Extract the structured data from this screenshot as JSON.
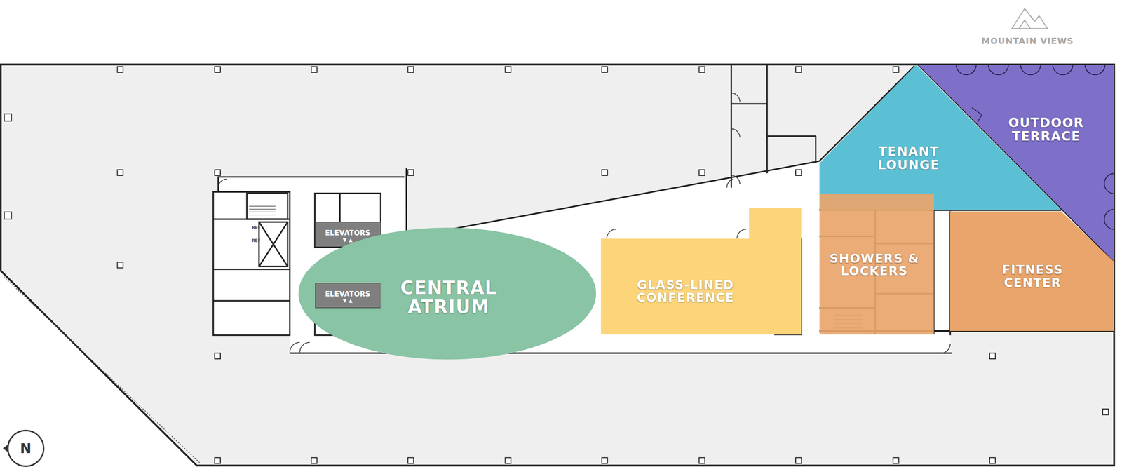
{
  "diagram": {
    "nodes": [
      {
        "text": [
          "TENANT LOUNGE"
        ]
      },
      {
        "text": [
          "OUTDOOR TERRACE"
        ]
      },
      {
        "text": [
          "ELEVATORS",
          "▼ ▲"
        ]
      },
      {
        "text": [
          "CENTRAL ATRIUM"
        ]
      },
      {
        "text": [
          "ELEVATORS",
          "▼ ▲"
        ]
      },
      {
        "text": [
          "GLASS-LINED CONFERENCE"
        ]
      },
      {
        "text": [
          "SHOWERS & LOCKERS"
        ]
      },
      {
        "text": [
          "FITNESS CENTER"
        ]
      }
    ],
    "labels": [
      "MOUNTAIN VIEWS",
      "N",
      "REF",
      "REF"
    ]
  }
}
